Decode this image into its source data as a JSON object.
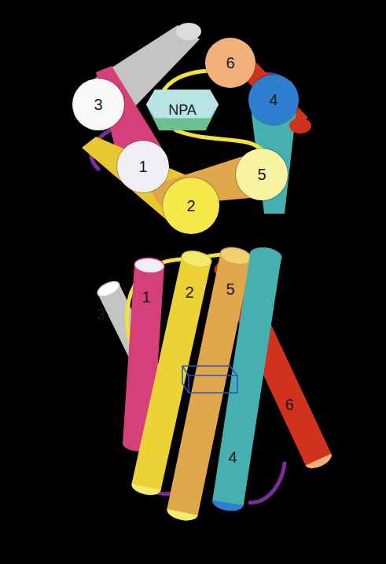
{
  "diagram": {
    "nodes": [
      {
        "text": [
          "6"
        ]
      },
      {
        "text": [
          "4"
        ]
      },
      {
        "text": [
          "3"
        ]
      },
      {
        "text": [
          "NPA"
        ]
      },
      {
        "text": [
          "1"
        ]
      },
      {
        "text": [
          "5"
        ]
      },
      {
        "text": [
          "2"
        ]
      }
    ],
    "labels": [
      "3",
      "1",
      "2",
      "5",
      "4",
      "6"
    ]
  }
}
